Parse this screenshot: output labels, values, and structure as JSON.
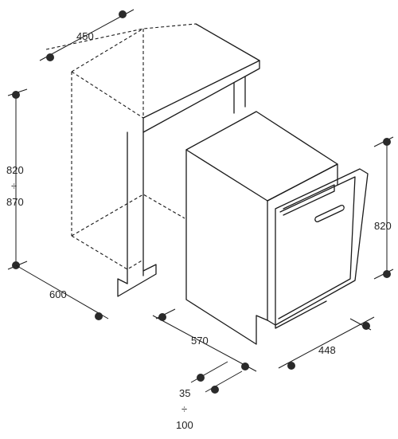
{
  "dimensions": {
    "cabinet_width": "450",
    "cabinet_height_min": "820",
    "height_range_symbol": "÷",
    "cabinet_height_max": "870",
    "cabinet_depth": "600",
    "appliance_depth": "570",
    "appliance_width": "448",
    "appliance_height": "820",
    "plinth_min": "35",
    "plinth_range_symbol": "÷",
    "plinth_max": "100"
  },
  "colors": {
    "line": "#1a1a1a",
    "marker": "#2a2a2a",
    "background": "#ffffff"
  }
}
